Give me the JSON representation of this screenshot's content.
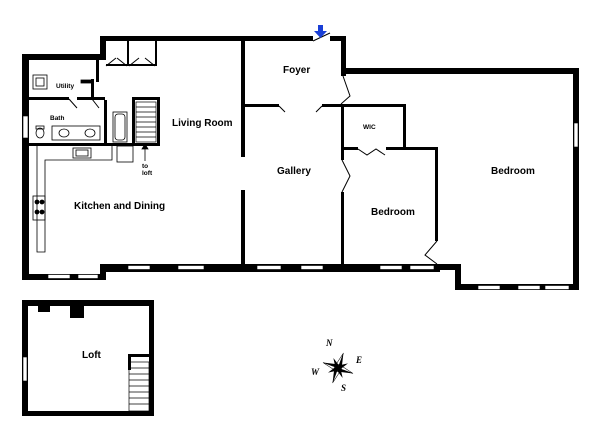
{
  "floor_plan": {
    "rooms": {
      "foyer": "Foyer",
      "utility": "Utility",
      "bath": "Bath",
      "living_room": "Living Room",
      "wic": "WIC",
      "gallery": "Gallery",
      "bedroom_master": "Bedroom",
      "bedroom_second": "Bedroom",
      "kitchen_dining": "Kitchen and Dining",
      "loft": "Loft"
    },
    "notes": {
      "to_loft": "to\nloft"
    },
    "entry_marker": "entry-arrow-icon"
  },
  "compass": {
    "n": "N",
    "e": "E",
    "s": "S",
    "w": "W",
    "icon": "compass-rose-icon"
  },
  "colors": {
    "wall": "#000000",
    "window": "#ffffff",
    "entry_arrow": "#1a3fd6"
  }
}
